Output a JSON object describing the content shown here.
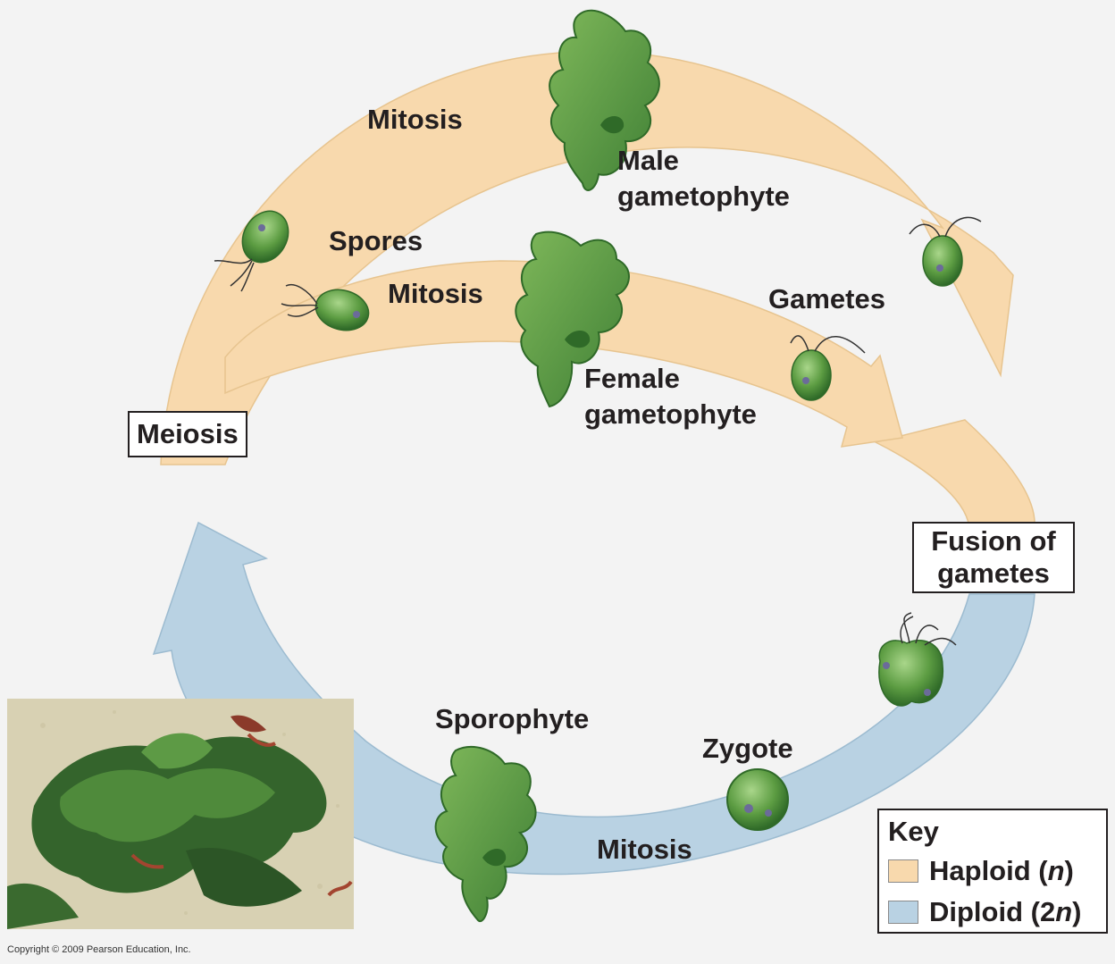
{
  "colors": {
    "haploid": "#f8d9ad",
    "diploid": "#b9d2e3",
    "algae_dark": "#3f7f35",
    "algae_mid": "#5c9c42",
    "algae_light": "#8cc06a"
  },
  "labels": {
    "mitosis_outer": "Mitosis",
    "male_gametophyte_1": "Male",
    "male_gametophyte_2": "gametophyte",
    "spores": "Spores",
    "mitosis_inner": "Mitosis",
    "gametes": "Gametes",
    "female_gametophyte_1": "Female",
    "female_gametophyte_2": "gametophyte",
    "meiosis": "Meiosis",
    "fusion_1": "Fusion of",
    "fusion_2": "gametes",
    "sporophyte": "Sporophyte",
    "zygote": "Zygote",
    "mitosis_bottom": "Mitosis"
  },
  "key": {
    "title": "Key",
    "haploid_word": "Haploid (",
    "haploid_symbol": "n",
    "diploid_word": "Diploid (2",
    "diploid_symbol": "n",
    "close": ")"
  },
  "copyright": "Copyright © 2009 Pearson Education, Inc.",
  "icons": {
    "male_thallus": "seaweed-thallus-icon",
    "female_thallus": "seaweed-thallus-icon",
    "sporophyte_thallus": "seaweed-thallus-icon",
    "spore": "flagellated-spore-icon",
    "gamete": "flagellated-gamete-icon",
    "fusing_gametes": "fusing-gametes-icon",
    "zygote": "zygote-cell-icon"
  }
}
